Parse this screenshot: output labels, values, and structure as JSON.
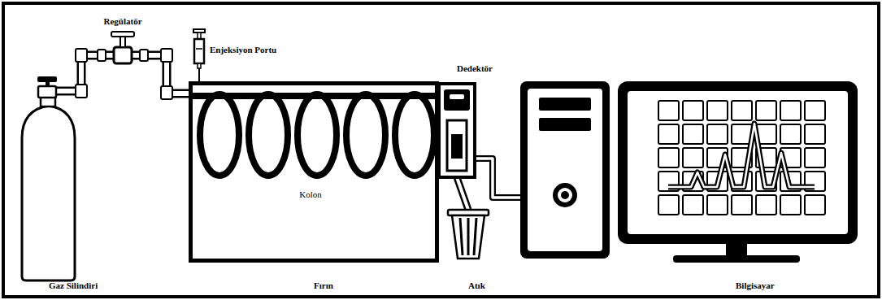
{
  "diagram": {
    "nodes": [
      {
        "text": [
          "Gaz Silindiri"
        ]
      },
      {
        "text": [
          "Fırın"
        ]
      },
      {
        "text": [
          "Dedektör"
        ]
      },
      {
        "text": [
          "Atık"
        ]
      },
      {
        "text": [
          "Bilgisayar"
        ]
      }
    ],
    "edges": [
      {
        "from": 0,
        "to": 1,
        "arrow": "none"
      },
      {
        "from": 2,
        "to": 3,
        "arrow": "none"
      },
      {
        "from": 2,
        "to": 4,
        "arrow": "none"
      }
    ],
    "labels": [
      "Regülatör",
      "Enjeksiyon Portu",
      "Kolon"
    ]
  }
}
